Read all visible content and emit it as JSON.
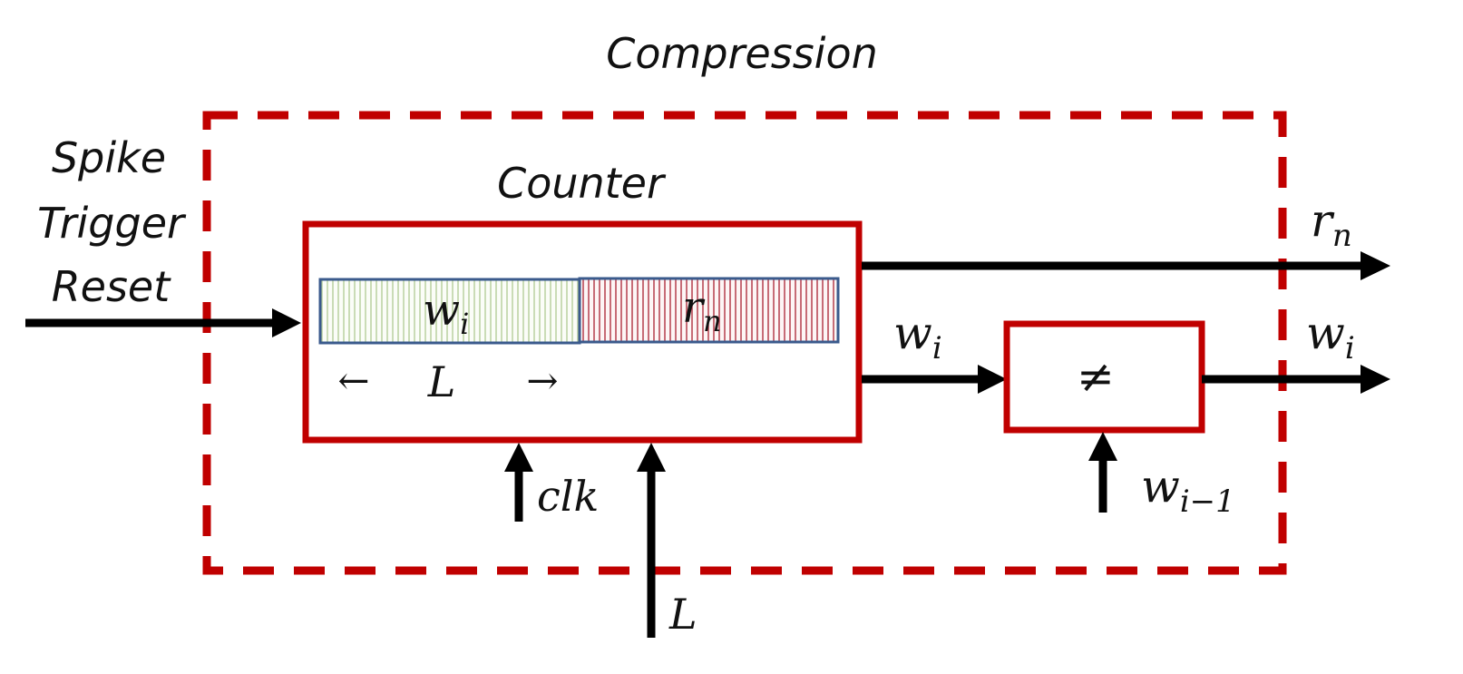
{
  "title": "Compression",
  "counter": {
    "label": "Counter",
    "segment_w": "w",
    "segment_w_sub": "i",
    "segment_r": "r",
    "segment_r_sub": "n",
    "length_left_arrow": "←",
    "length_label": "L",
    "length_right_arrow": "→"
  },
  "input": {
    "line1": "Spike",
    "line2": "Trigger",
    "line3": "Reset"
  },
  "inputs_bottom": {
    "clk_label": "clk",
    "length_input_label": "L"
  },
  "comparator": {
    "symbol": "≠",
    "prev_label": "w",
    "prev_label_sub": "i−1",
    "input_label": "w",
    "input_label_sub": "i"
  },
  "outputs": {
    "r_label": "r",
    "r_label_sub": "n",
    "w_label": "w",
    "w_label_sub": "i"
  },
  "colors": {
    "frame_red": "#c00000",
    "segment_border": "#3a5a8c",
    "w_fill_lines": "#b5cf9a",
    "r_fill_lines": "#b03040",
    "arrow": "#000000"
  }
}
